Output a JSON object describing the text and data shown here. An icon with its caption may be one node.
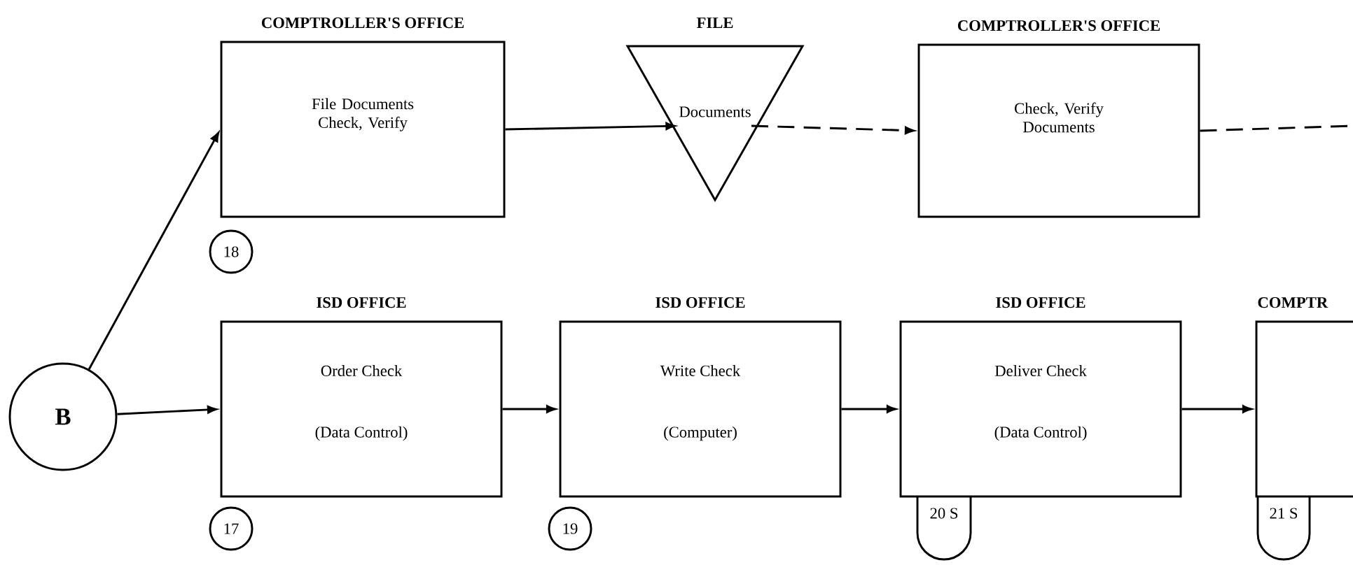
{
  "diagram": {
    "nodes": [
      {
        "text": [
          "COMPTROLLER'S OFFICE",
          "File Documents Check, Verify"
        ]
      },
      {
        "text": [
          "18"
        ]
      },
      {
        "text": [
          "FILE",
          "Documents"
        ]
      },
      {
        "text": [
          "COMPTROLLER'S OFFICE",
          "Check, Verify Documents"
        ]
      },
      {
        "text": [
          "B"
        ]
      },
      {
        "text": [
          "ISD OFFICE",
          "Order Check",
          "(Data Control)"
        ]
      },
      {
        "text": [
          "17"
        ]
      },
      {
        "text": [
          "ISD OFFICE",
          "Write Check",
          "(Computer)"
        ]
      },
      {
        "text": [
          "19"
        ]
      },
      {
        "text": [
          "ISD OFFICE",
          "Deliver Check",
          "(Data Control)"
        ]
      },
      {
        "text": [
          "20 S"
        ]
      },
      {
        "text": [
          "COMPTR"
        ]
      },
      {
        "text": [
          "21 S"
        ]
      }
    ],
    "edges": [
      {
        "from": 4,
        "to": 0,
        "arrow": "to"
      },
      {
        "from": 4,
        "to": 5,
        "arrow": "to"
      },
      {
        "from": 0,
        "to": 2,
        "arrow": "to"
      },
      {
        "from": 2,
        "to": 3,
        "arrow": "to",
        "style": "dashed"
      },
      {
        "from": 3,
        "to": null,
        "arrow": "none",
        "style": "dashed"
      },
      {
        "from": 5,
        "to": 7,
        "arrow": "to"
      },
      {
        "from": 7,
        "to": 9,
        "arrow": "to"
      },
      {
        "from": 9,
        "to": 11,
        "arrow": "to"
      }
    ]
  }
}
